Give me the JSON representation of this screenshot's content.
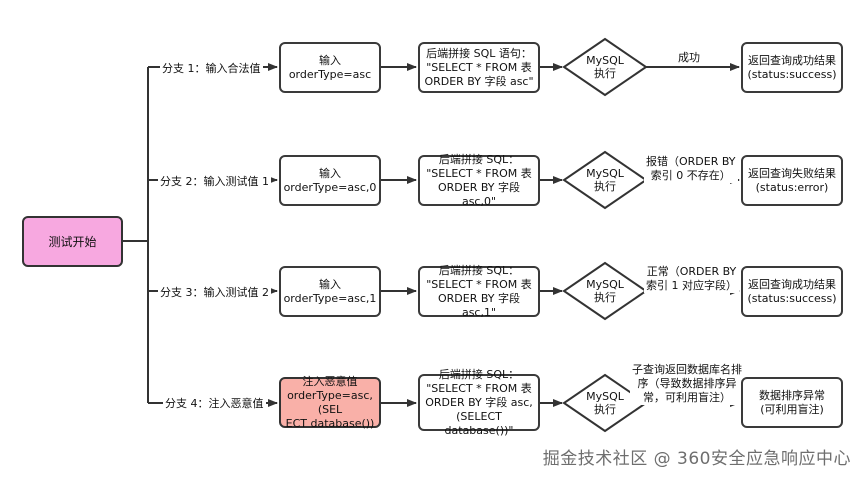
{
  "start": "测试开始",
  "branches": [
    {
      "label": "分支 1：输入合法值",
      "input": "输入\norderType=asc",
      "backend": "后端拼接 SQL 语句：\n\"SELECT * FROM 表\nORDER BY 字段 asc\"",
      "exec": "MySQL\n执行",
      "result_label": "成功",
      "result": "返回查询成功结果\n(status:success)"
    },
    {
      "label": "分支 2：输入测试值 1",
      "input": "输入\norderType=asc,0",
      "backend": "后端拼接 SQL：\n\"SELECT * FROM 表\nORDER BY 字段 asc,0\"",
      "exec": "MySQL\n执行",
      "result_label": "报错（ORDER BY\n索引 0 不存在）",
      "result": "返回查询失败结果\n(status:error)"
    },
    {
      "label": "分支 3：输入测试值 2",
      "input": "输入\norderType=asc,1",
      "backend": "后端拼接 SQL：\n\"SELECT * FROM 表\nORDER BY 字段 asc,1\"",
      "exec": "MySQL\n执行",
      "result_label": "正常（ORDER BY\n索引 1 对应字段）",
      "result": "返回查询成功结果\n(status:success)"
    },
    {
      "label": "分支 4：注入恶意值",
      "input": "注入恶意值\norderType=asc,(SEL\nECT database())",
      "backend": "后端拼接 SQL：\n\"SELECT * FROM 表\nORDER BY 字段 asc,\n(SELECT database())\"",
      "exec": "MySQL\n执行",
      "result_label": "子查询返回数据库名排\n序（导致数据排序异\n常，可利用盲注）",
      "result": "数据排序异常\n(可利用盲注)"
    }
  ],
  "watermark": "掘金技术社区 @ 360安全应急响应中心"
}
